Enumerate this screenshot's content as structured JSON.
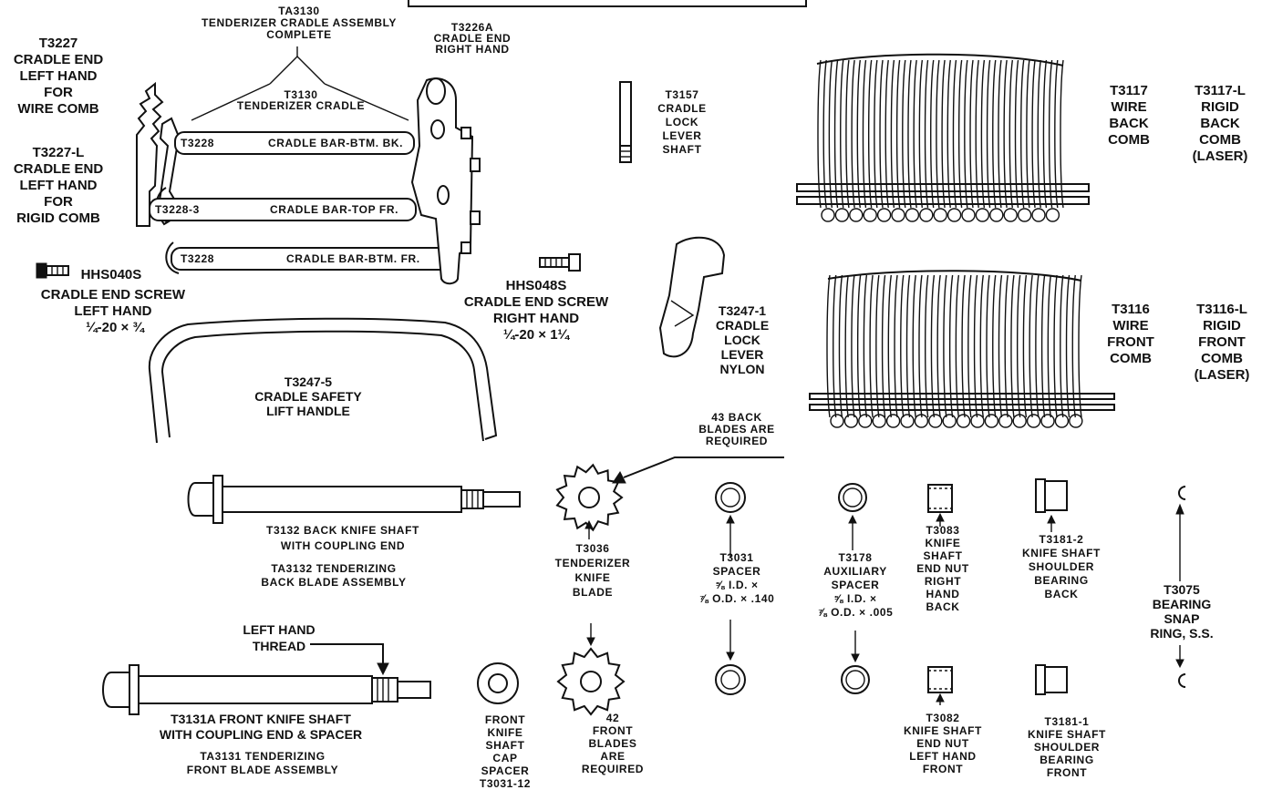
{
  "labels": {
    "ta3130": [
      "TA3130",
      "TENDERIZER CRADLE ASSEMBLY",
      "COMPLETE"
    ],
    "t3130": [
      "T3130",
      "TENDERIZER CRADLE"
    ],
    "t3226a": [
      "T3226A",
      "CRADLE END",
      "RIGHT HAND"
    ],
    "t3227": [
      "T3227",
      "CRADLE END",
      "LEFT HAND",
      "FOR",
      "WIRE COMB"
    ],
    "t3227l": [
      "T3227-L",
      "CRADLE END",
      "LEFT HAND",
      "FOR",
      "RIGID COMB"
    ],
    "bar_btm_bk": {
      "part": "T3228",
      "name": "CRADLE BAR-BTM. BK."
    },
    "bar_top_fr": {
      "part": "T3228-3",
      "name": "CRADLE BAR-TOP FR."
    },
    "bar_btm_fr": {
      "part": "T3228",
      "name": "CRADLE BAR-BTM. FR."
    },
    "hhs040s": [
      "HHS040S",
      "CRADLE END SCREW",
      "LEFT HAND",
      "¼-20 × ¾"
    ],
    "hhs048s": [
      "HHS048S",
      "CRADLE END SCREW",
      "RIGHT HAND",
      "¼-20 × 1¼"
    ],
    "t3157": [
      "T3157",
      "CRADLE",
      "LOCK",
      "LEVER",
      "SHAFT"
    ],
    "t3247_1": [
      "T3247-1",
      "CRADLE",
      "LOCK",
      "LEVER",
      "NYLON"
    ],
    "t3247_5": [
      "T3247-5",
      "CRADLE SAFETY",
      "LIFT HANDLE"
    ],
    "t3117": [
      "T3117",
      "WIRE",
      "BACK",
      "COMB"
    ],
    "t3117l": [
      "T3117-L",
      "RIGID",
      "BACK",
      "COMB",
      "(LASER)"
    ],
    "t3116": [
      "T3116",
      "WIRE",
      "FRONT",
      "COMB"
    ],
    "t3116l": [
      "T3116-L",
      "RIGID",
      "FRONT",
      "COMB",
      "(LASER)"
    ],
    "back_blades": [
      "43 BACK",
      "BLADES ARE",
      "REQUIRED"
    ],
    "t3132": [
      "T3132 BACK KNIFE SHAFT",
      "WITH COUPLING END"
    ],
    "ta3132": [
      "TA3132   TENDERIZING",
      "BACK BLADE ASSEMBLY"
    ],
    "t3036": [
      "T3036",
      "TENDERIZER",
      "KNIFE",
      "BLADE"
    ],
    "t3031": [
      "T3031",
      "SPACER",
      "⅝ I.D. ×",
      "⅞ O.D. × .140"
    ],
    "t3178": [
      "T3178",
      "AUXILIARY",
      "SPACER",
      "⅝ I.D. ×",
      "⅞ O.D. × .005"
    ],
    "t3083": [
      "T3083",
      "KNIFE",
      "SHAFT",
      "END NUT",
      "RIGHT",
      "HAND",
      "BACK"
    ],
    "t3181_2": [
      "T3181-2",
      "KNIFE SHAFT",
      "SHOULDER",
      "BEARING",
      "BACK"
    ],
    "t3075": [
      "T3075",
      "BEARING",
      "SNAP",
      "RING, S.S."
    ],
    "left_thread": [
      "LEFT HAND",
      "THREAD"
    ],
    "t3131a": [
      "T3131A FRONT KNIFE SHAFT",
      "WITH COUPLING END & SPACER"
    ],
    "ta3131": [
      "TA3131   TENDERIZING",
      "FRONT BLADE ASSEMBLY"
    ],
    "cap_spacer": [
      "FRONT",
      "KNIFE",
      "SHAFT",
      "CAP",
      "SPACER",
      "T3031-12"
    ],
    "front_blades": [
      "42",
      "FRONT",
      "BLADES",
      "ARE",
      "REQUIRED"
    ],
    "t3082": [
      "T3082",
      "KNIFE SHAFT",
      "END NUT",
      "LEFT HAND",
      "FRONT"
    ],
    "t3181_1": [
      "T3181-1",
      "KNIFE SHAFT",
      "SHOULDER",
      "BEARING",
      "FRONT"
    ]
  }
}
